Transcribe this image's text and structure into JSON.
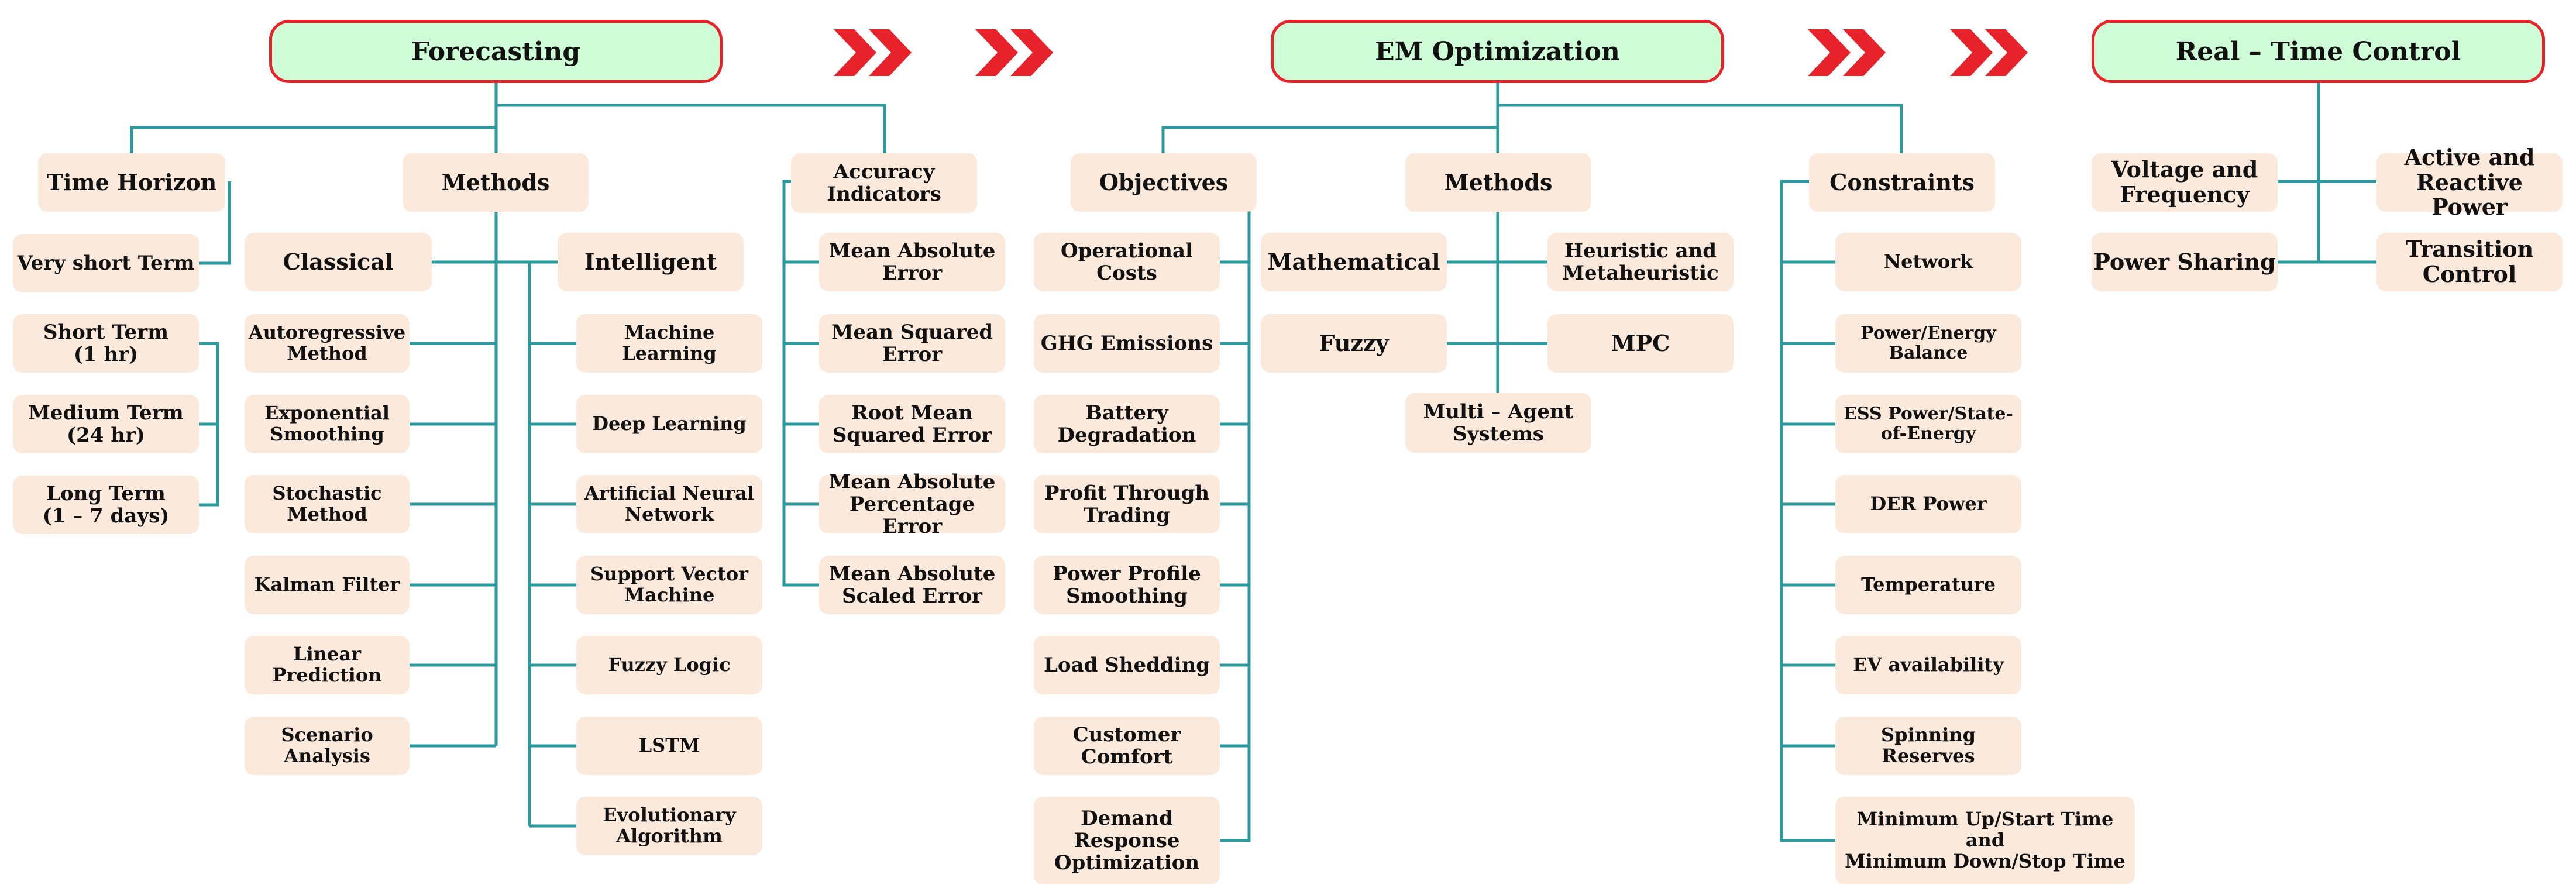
{
  "stages": {
    "forecasting": "Forecasting",
    "em_optimization": "EM Optimization",
    "real_time_control": "Real – Time Control"
  },
  "arrow_icon": "double-chevron-right-icon",
  "colors": {
    "connector": "#2a9a9e",
    "arrow": "#e8222a",
    "box_fill": "#fbe9dc",
    "head_fill": "#cdfcd6",
    "head_border": "#e8222a"
  },
  "forecasting": {
    "time_horizon": {
      "label": "Time Horizon",
      "items": [
        "Very short Term",
        "Short Term\n(1 hr)",
        "Medium Term\n(24 hr)",
        "Long Term\n(1 – 7 days)"
      ]
    },
    "methods": {
      "label": "Methods",
      "classical": {
        "label": "Classical",
        "items": [
          "Autoregressive\nMethod",
          "Exponential\nSmoothing",
          "Stochastic\nMethod",
          "Kalman Filter",
          "Linear\nPrediction",
          "Scenario\nAnalysis"
        ]
      },
      "intelligent": {
        "label": "Intelligent",
        "items": [
          "Machine Learning",
          "Deep Learning",
          "Artificial Neural\nNetwork",
          "Support Vector\nMachine",
          "Fuzzy Logic",
          "LSTM",
          "Evolutionary\nAlgorithm"
        ]
      }
    },
    "accuracy": {
      "label": "Accuracy\nIndicators",
      "items": [
        "Mean Absolute\nError",
        "Mean Squared\nError",
        "Root Mean\nSquared Error",
        "Mean Absolute\nPercentage Error",
        "Mean Absolute\nScaled Error"
      ]
    }
  },
  "em_optimization": {
    "objectives": {
      "label": "Objectives",
      "items": [
        "Operational\nCosts",
        "GHG Emissions",
        "Battery\nDegradation",
        "Profit Through\nTrading",
        "Power Profile\nSmoothing",
        "Load Shedding",
        "Customer\nComfort",
        "Demand\nResponse\nOptimization"
      ]
    },
    "methods": {
      "label": "Methods",
      "items": [
        "Mathematical",
        "Heuristic and\nMetaheuristic",
        "Fuzzy",
        "MPC",
        "Multi – Agent\nSystems"
      ]
    },
    "constraints": {
      "label": "Constraints",
      "items": [
        "Network",
        "Power/Energy\nBalance",
        "ESS Power/State-\nof-Energy",
        "DER Power",
        "Temperature",
        "EV availability",
        "Spinning\nReserves",
        "Minimum Up/Start Time and\nMinimum Down/Stop Time"
      ]
    }
  },
  "real_time_control": {
    "items": [
      "Voltage and\nFrequency",
      "Active and\nReactive Power",
      "Power Sharing",
      "Transition\nControl"
    ]
  }
}
